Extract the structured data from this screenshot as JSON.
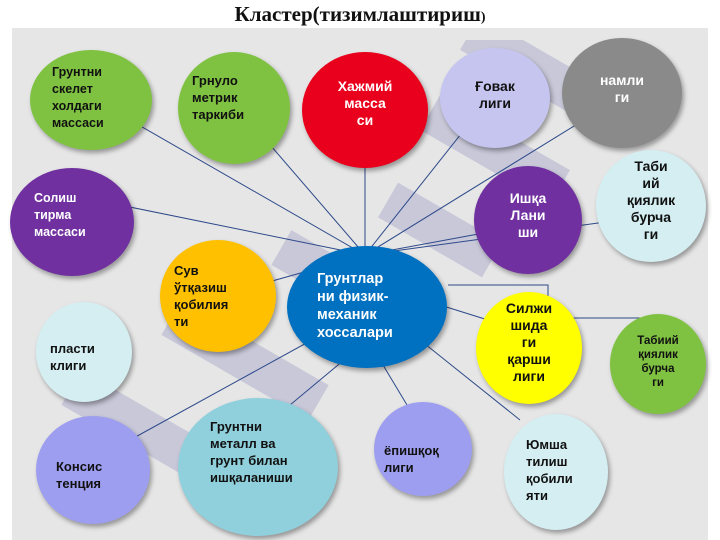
{
  "title": "Кластер(тизимлаштириш",
  "title_tail": ")",
  "center": "Грунтлар\nни  физик-\nмеханик\nхоссалари",
  "nodes": {
    "skeleton": "Грунтни\nскелет\nхолдаги\nмассаси",
    "granulometric": "Грнуло\nметрик\nтаркиби",
    "volume_mass": "Хажмий\nмасса\nси",
    "porosity": "Ғовак\nлиги",
    "moisture": "намли\nги",
    "specific_mass": "Солиш\nтирма\nмассаси",
    "friction": "Ишқа\nЛани\nши",
    "natural_slope_1": "Таби\nий\nқиялик\nбурча\nги",
    "water_permeability": "Сув\nўтқазиш\nқобилия\nти",
    "shear_resistance": "Силжи\nшида\nги\nқарши\nлиги",
    "natural_slope_2": "Табиий\nқиялик\nбурча\nги",
    "plasticity": "пласти\nклиги",
    "metal_friction": "Грунтни\nметалл ва\nгрунт билан\nишқаланиши",
    "stickiness": "ёпишқоқ\nлиги",
    "consistency": "Консис\nтенция",
    "loosening": "Юмша\nтилиш\nқобили\nяти"
  },
  "colors": {
    "red": "#e8001c",
    "green": "#7fc241",
    "purple": "#7030a0",
    "gray": "#8a8a8a",
    "lavender": "#c5c5f0",
    "yellow": "#ffff00",
    "orange": "#ffc000",
    "blue": "#0070c0",
    "teal": "#8fd0dc",
    "light_teal": "#d4eef2",
    "periwinkle": "#9e9ef0"
  }
}
